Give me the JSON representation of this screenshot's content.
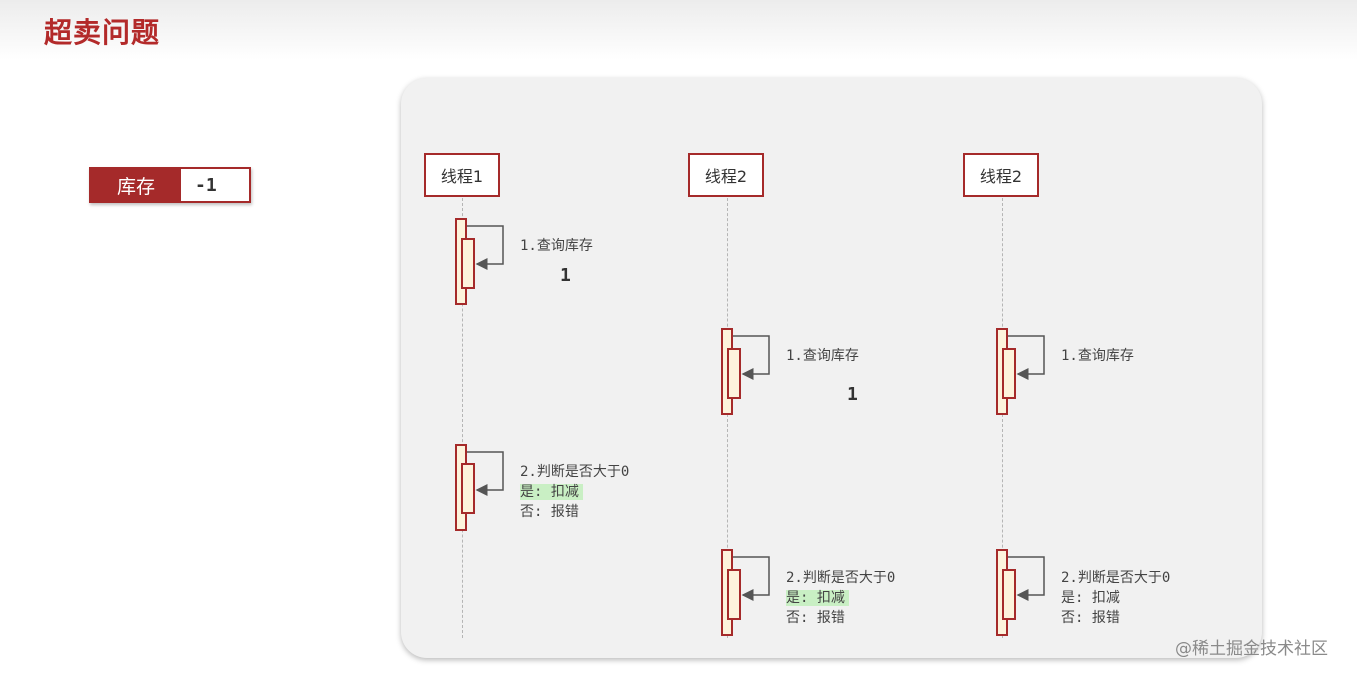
{
  "title": "超卖问题",
  "stock": {
    "label": "库存",
    "value": "-1"
  },
  "threads": [
    {
      "name": "线程1"
    },
    {
      "name": "线程2"
    },
    {
      "name": "线程2"
    }
  ],
  "steps": {
    "query": "1.查询库存",
    "judge": "2.判断是否大于0",
    "yes": "是: 扣减",
    "no": "否: 报错"
  },
  "observed_values": {
    "thread1": "1",
    "thread2": "1"
  },
  "colors": {
    "accent": "#a52a2a",
    "highlight": "#c9efc4"
  },
  "watermark": "@稀土掘金技术社区"
}
